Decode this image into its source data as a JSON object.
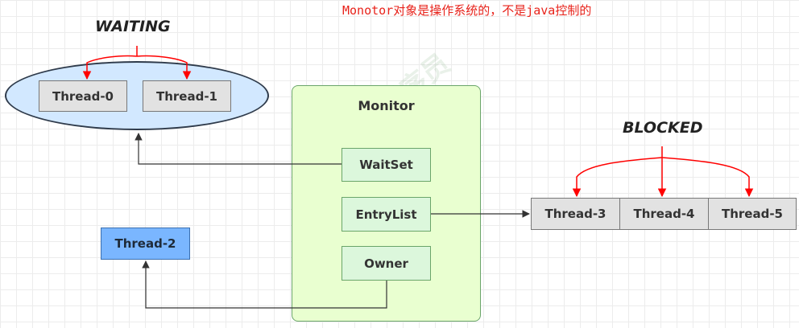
{
  "note": "Monotor对象是操作系统的，不是java控制的",
  "waiting": {
    "label": "WAITING",
    "threads": [
      "Thread-0",
      "Thread-1"
    ]
  },
  "monitor": {
    "title": "Monitor",
    "waitset": "WaitSet",
    "entrylist": "EntryList",
    "owner": "Owner"
  },
  "blocked": {
    "label": "BLOCKED",
    "threads": [
      "Thread-3",
      "Thread-4",
      "Thread-5"
    ]
  },
  "owner_thread": "Thread-2",
  "watermark": "黑马程序员",
  "colors": {
    "note": "#e8221a",
    "bracket_red": "#ff0000",
    "ellipse_fill": "#d2e8ff",
    "monitor_fill": "#e9ffd0",
    "box_green": "#dcf7dc",
    "owner_blue": "#7ab6ff"
  }
}
